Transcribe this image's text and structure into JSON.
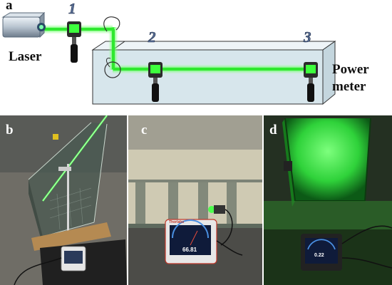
{
  "panels": {
    "a": "a",
    "b": "b",
    "c": "c",
    "d": "d"
  },
  "schematic": {
    "labels": {
      "laser": "Laser",
      "power_meter_line1": "Power",
      "power_meter_line2": "meter"
    },
    "positions": [
      "1",
      "2",
      "3"
    ],
    "colors": {
      "beam": "#3dff3d",
      "tank": "#d7e6ec"
    }
  },
  "photo_c": {
    "brand": "Thorlabs",
    "reading": "66.81"
  },
  "photo_d": {
    "reading": "0.22"
  }
}
